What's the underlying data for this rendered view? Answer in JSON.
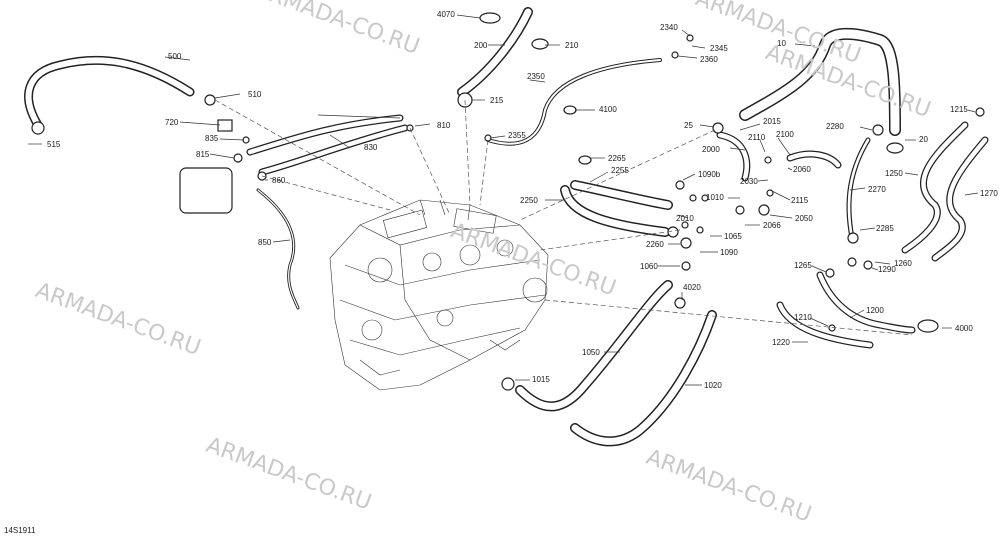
{
  "watermarks": [
    "ARMADA-CO.RU",
    "ARMADA-CO.RU",
    "ARMADA-CO.RU",
    "ARMADA-CO.RU",
    "ARMADA-CO.RU",
    "ARMADA-CO.RU",
    "ARMADA-CO.RU"
  ],
  "diagram_code": "14S1911",
  "labels": [
    "500",
    "510",
    "515",
    "720",
    "835",
    "815",
    "860",
    "830",
    "850",
    "810",
    "4070",
    "200",
    "210",
    "215",
    "2350",
    "4100",
    "2355",
    "2340",
    "2345",
    "2360",
    "10",
    "2265",
    "2255",
    "2250",
    "25",
    "2015",
    "2000",
    "2110",
    "2100",
    "2280",
    "20",
    "1215",
    "2270",
    "1250",
    "1270",
    "1090b",
    "2030",
    "2060",
    "2115",
    "1010",
    "2066",
    "2050",
    "2010",
    "1065",
    "2260",
    "1090",
    "2285",
    "1260",
    "1290",
    "1265",
    "1060",
    "4020",
    "1200",
    "4000",
    "1210",
    "1220",
    "1050",
    "1015",
    "1020"
  ]
}
